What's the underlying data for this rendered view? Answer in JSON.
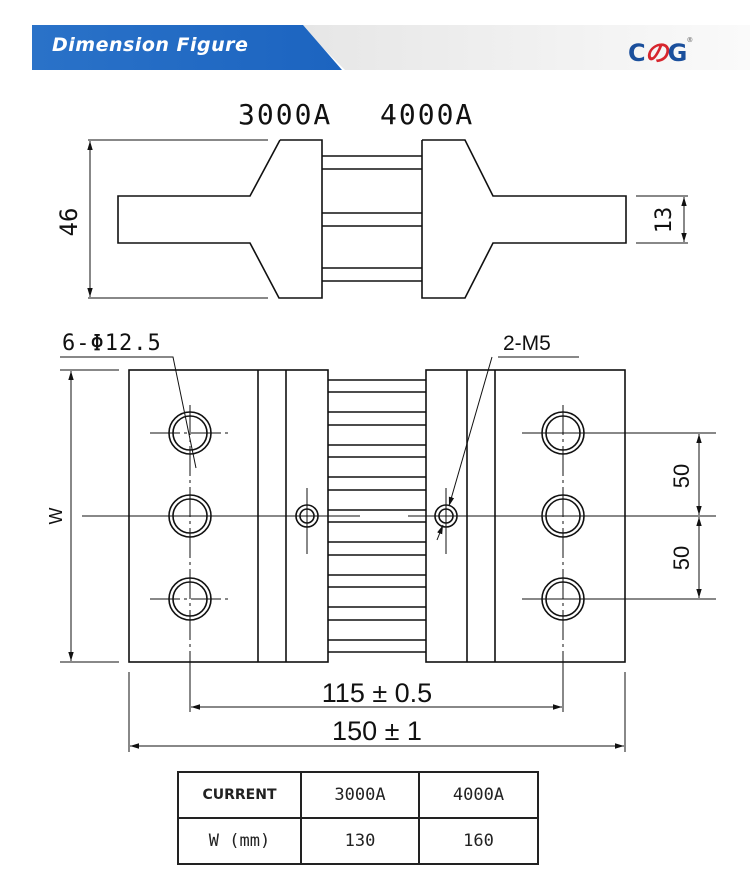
{
  "header": {
    "title": "Dimension Figure",
    "brand_logo": {
      "c": "C",
      "o": "の",
      "g": "G",
      "registered": "®"
    },
    "colors": {
      "banner_blue": "#2a72c8",
      "logo_blue": "#1a4f9c",
      "logo_red": "#d7262e"
    }
  },
  "side_view": {
    "title_left": "3000A",
    "title_right": "4000A",
    "dim_height": "46",
    "dim_terminal": "13"
  },
  "top_view": {
    "hole_callout": "6-Φ12.5",
    "screw_callout": "2-M5",
    "dim_width": "W",
    "dim_pitch_1": "50",
    "dim_pitch_2": "50",
    "dim_hole_span": "115 ± 0.5",
    "dim_overall": "150 ± 1"
  },
  "spec_table": {
    "header_label": "CURRENT",
    "columns": [
      "3000A",
      "4000A"
    ],
    "row_label": "W (mm)",
    "row_values": [
      "130",
      "160"
    ]
  }
}
